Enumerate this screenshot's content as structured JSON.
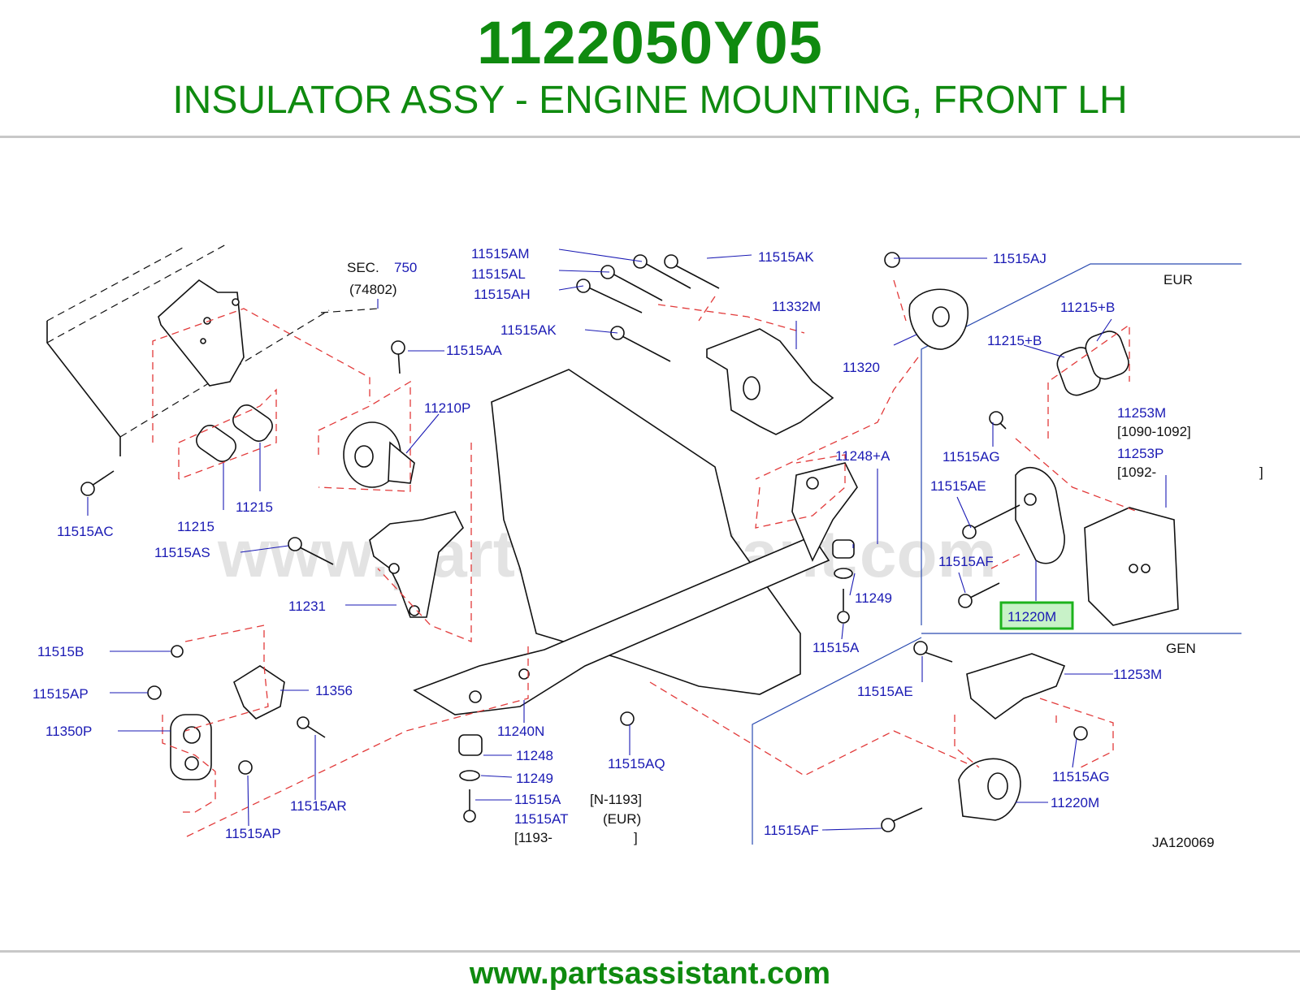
{
  "header": {
    "part_number": "1122050Y05",
    "description": "INSULATOR ASSY - ENGINE MOUNTING, FRONT LH"
  },
  "footer": {
    "url": "www.partsassistant.com"
  },
  "watermark": "www.partsassistant.com",
  "colors": {
    "brand_green": "#0f8a0f",
    "label_blue": "#1a1ab4",
    "dash_red": "#e23a3a",
    "highlight_green": "#1db31d"
  },
  "diagram": {
    "sec_label": "SEC.",
    "sec_number": "750",
    "sec_ref": "(74802)",
    "region_eur": "EUR",
    "region_gen": "GEN",
    "drawing_id": "JA120069",
    "highlighted_part": "11220M",
    "labels": {
      "p11515AM": "11515AM",
      "p11515AL": "11515AL",
      "p11515AH": "11515AH",
      "p11515AK_top": "11515AK",
      "p11515AK_mid": "11515AK",
      "p11332M": "11332M",
      "p11515AJ": "11515AJ",
      "p11320": "11320",
      "p11515AA": "11515AA",
      "p11210P": "11210P",
      "p11215_a": "11215",
      "p11215_b": "11215",
      "p11515AC": "11515AC",
      "p11515AS": "11515AS",
      "p11231": "11231",
      "p11248A": "11248+A",
      "p11249_r": "11249",
      "p11515A_r": "11515A",
      "p11215B_a": "11215+B",
      "p11215B_b": "11215+B",
      "p11253M_eur": "11253M",
      "p11253M_range": "[1090-1092]",
      "p11253P": "11253P",
      "p11253P_range": "[1092-",
      "p11253P_close": "]",
      "p11515AG_eur": "11515AG",
      "p11515AE_eur": "11515AE",
      "p11515AF_eur": "11515AF",
      "p11515B": "11515B",
      "p11515AP_a": "11515AP",
      "p11356": "11356",
      "p11350P": "11350P",
      "p11515AR": "11515AR",
      "p11515AP_b": "11515AP",
      "p11240N": "11240N",
      "p11248": "11248",
      "p11249": "11249",
      "p11515A": "11515A",
      "p11515AT": "11515AT",
      "p11515AT_range": "[1193-",
      "p11515AT_close": "]",
      "n1193": "[N-1193]",
      "n1193_eur": "(EUR)",
      "p11515AQ": "11515AQ",
      "p11515AE_gen": "11515AE",
      "p11253M_gen": "11253M",
      "p11515AG_gen": "11515AG",
      "p11220M_gen": "11220M",
      "p11515AF_gen": "11515AF"
    }
  }
}
